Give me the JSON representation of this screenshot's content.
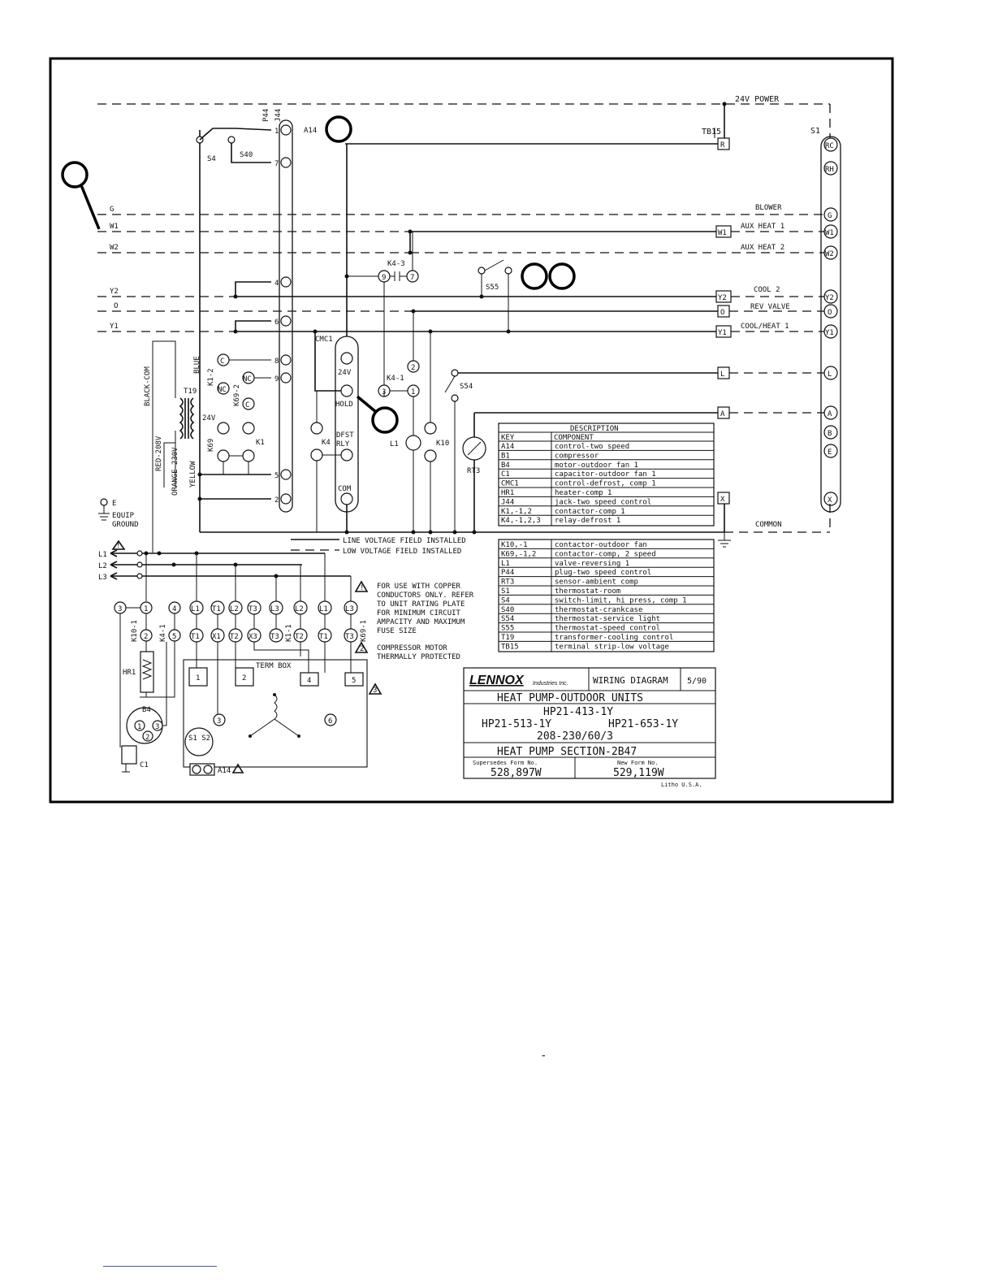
{
  "terminals": {
    "s1": [
      "RC",
      "RH",
      "G",
      "W1",
      "W2",
      "Y2",
      "O",
      "Y1",
      "L",
      "A",
      "B",
      "E",
      "X"
    ],
    "tb15": [
      "R",
      "W1",
      "Y2",
      "O",
      "Y1",
      "L",
      "A",
      "X"
    ]
  },
  "labels": {
    "power": "24V POWER",
    "tb15": "TB15",
    "s1": "S1",
    "a14": "A14",
    "p44": "P44",
    "j44": "J44",
    "s4": "S4",
    "s40": "S40",
    "s55": "S55",
    "s54": "S54",
    "k4_3": "K4-3",
    "k4_1": "K4-1",
    "k4": "K4",
    "k1_2": "K1-2",
    "k69_2": "K69-2",
    "k69": "K69",
    "k1": "K1",
    "k10": "K10",
    "l1": "L1",
    "rt3": "RT3",
    "t19": "T19",
    "cmc1": "CMC1",
    "v24": "24V",
    "hold": "HOLD",
    "dfst_rly": "DFST\nRLY",
    "dfst": "DFST",
    "rly": "RLY",
    "com": "COM",
    "c": "C",
    "nc": "NC",
    "blower": "BLOWER",
    "aux_heat_1": "AUX HEAT 1",
    "aux_heat_2": "AUX HEAT 2",
    "cool_2": "COOL 2",
    "rev_valve": "REV VALVE",
    "cool_heat_1": "COOL/HEAT 1",
    "common": "COMMON",
    "g": "G",
    "w1": "W1",
    "w2": "W2",
    "y2": "Y2",
    "o": "O",
    "y1": "Y1",
    "black_com": "BLACK-COM",
    "blue": "BLUE",
    "yellow": "YELLOW",
    "red_208": "RED-208V",
    "orange_230": "ORANGE-230V",
    "equip_ground_1": "EQUIP",
    "equip_ground_2": "GROUND",
    "e": "E",
    "line_l1": "L1",
    "line_l2": "L2",
    "line_l3": "L3",
    "line_voltage": "LINE VOLTAGE FIELD INSTALLED",
    "low_voltage": "LOW VOLTAGE FIELD INSTALLED",
    "k10_1": "K10-1",
    "k4_1b": "K4-1",
    "k1_1": "K1-1",
    "k69_1": "K69-1",
    "hr1": "HR1",
    "b4": "B4",
    "c1": "C1",
    "term_box": "TERM BOX",
    "s1s2": "S1 S2",
    "a14_b": "A14",
    "note1_lines": [
      "FOR USE WITH COPPER",
      "CONDUCTORS ONLY. REFER",
      "TO UNIT RATING PLATE",
      "FOR MINIMUM CIRCUIT",
      "AMPACITY AND MAXIMUM",
      "FUSE SIZE"
    ],
    "note2_lines": [
      "COMPRESSOR MOTOR",
      "THERMALLY PROTECTED"
    ]
  },
  "legend": {
    "header": "DESCRIPTION",
    "col_key": "KEY",
    "col_component": "COMPONENT",
    "rows1": [
      [
        "A14",
        "control-two speed"
      ],
      [
        "B1",
        "compressor"
      ],
      [
        "B4",
        "motor-outdoor fan 1"
      ],
      [
        "C1",
        "capacitor-outdoor fan 1"
      ],
      [
        "CMC1",
        "control-defrost, comp 1"
      ],
      [
        "HR1",
        "heater-comp 1"
      ],
      [
        "J44",
        "jack-two speed control"
      ],
      [
        "K1,-1,2",
        "contactor-comp 1"
      ],
      [
        "K4,-1,2,3",
        "relay-defrost 1"
      ]
    ],
    "rows2": [
      [
        "K10,-1",
        "contactor-outdoor fan"
      ],
      [
        "K69,-1,2",
        "contactor-comp, 2 speed"
      ],
      [
        "L1",
        "valve-reversing 1"
      ],
      [
        "P44",
        "plug-two speed control"
      ],
      [
        "RT3",
        "sensor-ambient comp"
      ],
      [
        "S1",
        "thermostat-room"
      ],
      [
        "S4",
        "switch-limit, hi press, comp 1"
      ],
      [
        "S40",
        "thermostat-crankcase"
      ],
      [
        "S54",
        "thermostat-service light"
      ],
      [
        "S55",
        "thermostat-speed control"
      ],
      [
        "T19",
        "transformer-cooling control"
      ],
      [
        "TB15",
        "terminal strip-low voltage"
      ]
    ]
  },
  "title_block": {
    "brand": "LENNOX",
    "brand_sub": "Industries Inc.",
    "doc_type": "WIRING DIAGRAM",
    "date": "5/90",
    "title": "HEAT PUMP-OUTDOOR UNITS",
    "model1": "HP21-413-1Y",
    "model2": "HP21-513-1Y",
    "model3": "HP21-653-1Y",
    "voltage": "208-230/60/3",
    "section": "HEAT PUMP SECTION-2B47",
    "supersedes_label": "Supersedes Form No.",
    "supersedes": "528,897W",
    "new_form_label": "New Form No.",
    "new_form": "529,119W",
    "litho": "Litho U.S.A."
  },
  "page_mark": "-"
}
